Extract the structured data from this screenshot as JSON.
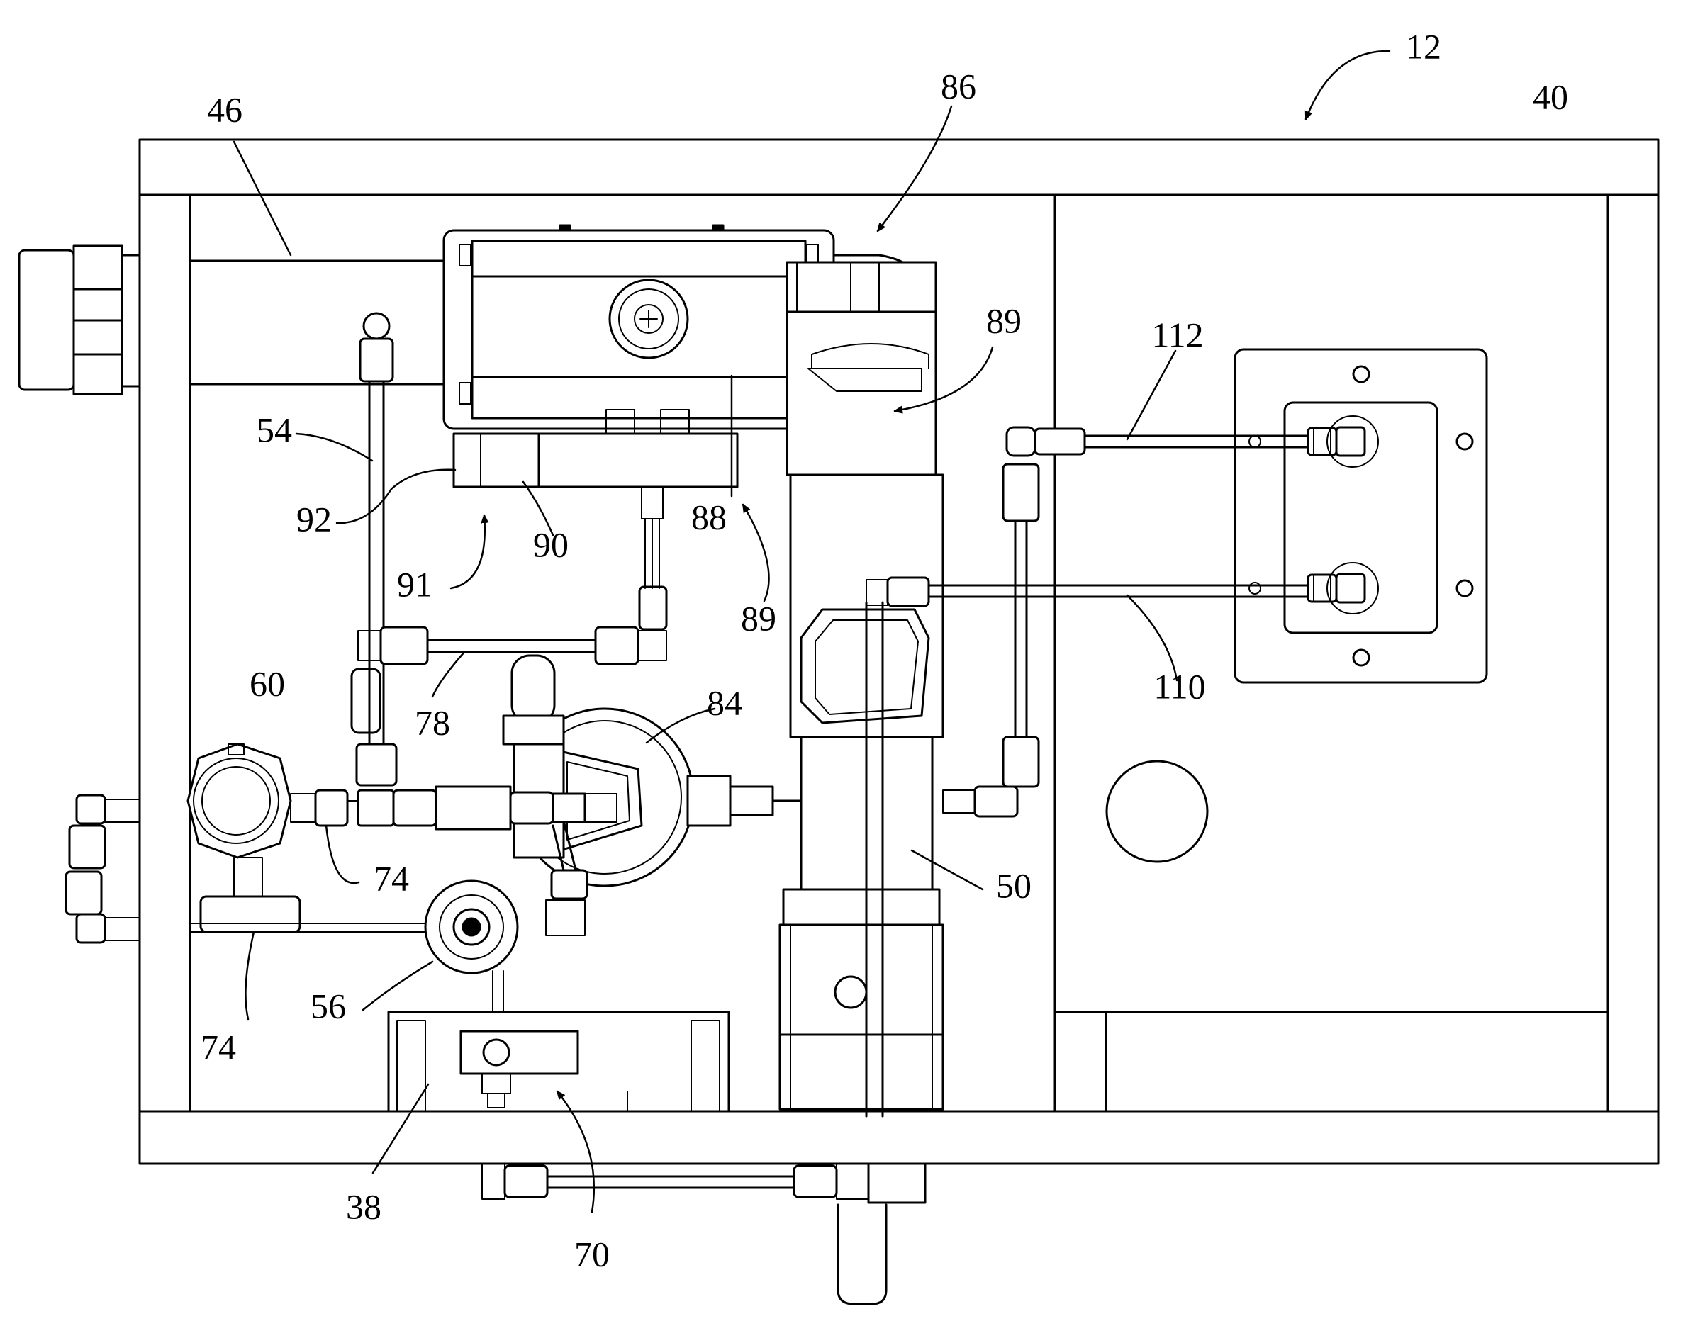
{
  "figure": {
    "assembly_ref": "12",
    "labels": {
      "l12": "12",
      "l86": "86",
      "l40": "40",
      "l46": "46",
      "l89a": "89",
      "l112": "112",
      "l54": "54",
      "l92": "92",
      "l90": "90",
      "l88": "88",
      "l91": "91",
      "l89b": "89",
      "l60": "60",
      "l78": "78",
      "l84": "84",
      "l110": "110",
      "l74a": "74",
      "l50": "50",
      "l56": "56",
      "l74b": "74",
      "l38": "38",
      "l70": "70"
    }
  }
}
